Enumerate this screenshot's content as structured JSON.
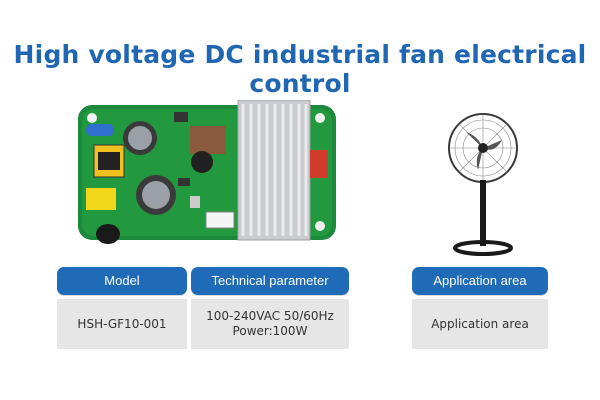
{
  "title": "High voltage DC industrial fan electrical control",
  "spec_table": {
    "headers": [
      "Model",
      "Technical parameter"
    ],
    "model": "HSH-GF10-001",
    "params": [
      "100-240VAC 50/60Hz",
      "Power:100W"
    ]
  },
  "application_table": {
    "header": "Application area",
    "value": "Application area"
  },
  "colors": {
    "title": "#1f66b3",
    "header_bg": "#1f6bb8",
    "cell_bg": "#e6e6e6",
    "pcb_green": "#1f8a3a"
  }
}
